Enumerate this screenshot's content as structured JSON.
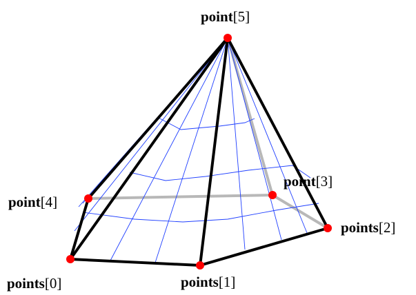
{
  "diagram": {
    "labels": {
      "p0": {
        "bold": "points",
        "idx": "[0]"
      },
      "p1": {
        "bold": "points",
        "idx": "[1]"
      },
      "p2": {
        "bold": "points",
        "idx": "[2]"
      },
      "p3": {
        "bold": "point",
        "idx": "[3]"
      },
      "p4": {
        "bold": "point",
        "idx": "[4]"
      },
      "p5": {
        "bold": "point",
        "idx": "[5]"
      }
    },
    "colors": {
      "edge": "#000000",
      "hidden_edge": "#b8b8b8",
      "mesh": "#1f3fff",
      "vertex": "#ff0000"
    }
  }
}
